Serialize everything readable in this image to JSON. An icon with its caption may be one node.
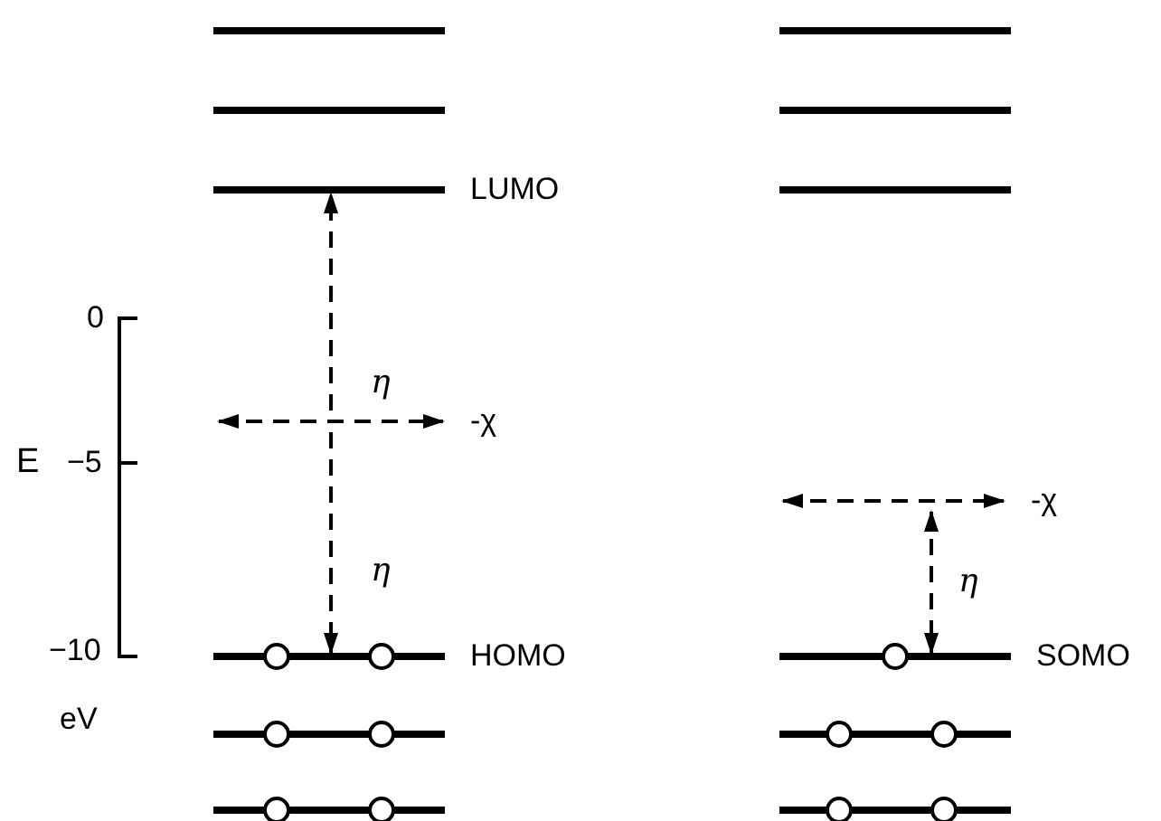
{
  "diagram": {
    "nodes": [
      {
        "text": [],
        "shape": "bar"
      },
      {
        "text": [],
        "shape": "bar"
      },
      {
        "text": [],
        "shape": "bar"
      },
      {
        "text": [],
        "shape": "bar"
      },
      {
        "text": [],
        "shape": "bar",
        "beside": [
          "LUMO"
        ]
      },
      {
        "text": [],
        "shape": "bar"
      },
      {
        "text": [],
        "shape": "bar",
        "beside": [
          "-χ"
        ]
      },
      {
        "text": [],
        "shape": "bar",
        "beside": [
          "-χ"
        ]
      },
      {
        "text": [],
        "shape": "bar",
        "beside": [
          "HOMO"
        ]
      },
      {
        "text": [],
        "shape": "bar",
        "beside": [
          "SOMO"
        ]
      },
      {
        "text": [],
        "shape": "bar"
      },
      {
        "text": [],
        "shape": "bar"
      },
      {
        "text": [],
        "shape": "bar"
      },
      {
        "text": [],
        "shape": "bar"
      }
    ],
    "edges": [
      {
        "from": 6,
        "to": 4,
        "arrow": "to",
        "style": "dashed",
        "label": "η"
      },
      {
        "from": 6,
        "to": 8,
        "arrow": "to",
        "style": "dashed",
        "label": "η"
      },
      {
        "from": 7,
        "to": 9,
        "arrow": "both",
        "style": "dashed",
        "label": "η"
      }
    ],
    "labels": [
      "0",
      "E",
      "−5",
      "−10",
      "eV"
    ]
  }
}
